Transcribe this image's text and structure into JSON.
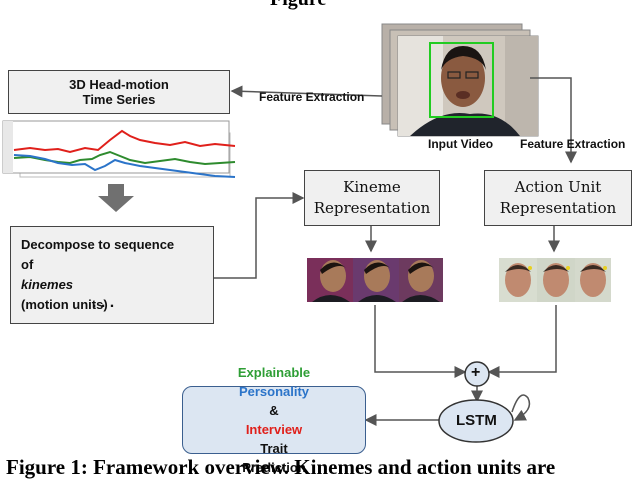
{
  "top_partial_text": "Figure",
  "caption": "Figure 1: Framework overview. Kinemes and action units are",
  "head_motion_box": {
    "line1": "3D Head-motion",
    "line2": "Time Series"
  },
  "feature_extraction_left": "Feature Extraction",
  "feature_extraction_right": "Feature  Extraction",
  "input_video_label": "Input Video",
  "kineme_box": {
    "line1": "Kineme",
    "line2": "Representation"
  },
  "action_unit_box": {
    "line1": "Action Unit",
    "line2": "Representation"
  },
  "decompose_box": {
    "line1": "Decompose to sequence",
    "line2_pre": "of ",
    "line2_em": "kinemes",
    "line2_post": " (motion units)"
  },
  "ellipsis": ". . .",
  "plus_symbol": "+",
  "lstm_label": "LSTM",
  "prediction_box": {
    "word_explainable": "Explainable",
    "word_personality": "Personality",
    "amp": "& ",
    "word_interview": "Interview",
    "word_trait": " Trait",
    "word_prediction": "Prediction"
  },
  "colors": {
    "explainable": "#2e9e35",
    "personality": "#2b74c9",
    "interview": "#e0201b",
    "prediction_box_fill": "#dce6f2",
    "prediction_box_border": "#3b5f8f",
    "series_red": "#e0201b",
    "series_green": "#2e8b2e",
    "series_blue": "#2b74c9",
    "face_box": "#22cc22"
  }
}
